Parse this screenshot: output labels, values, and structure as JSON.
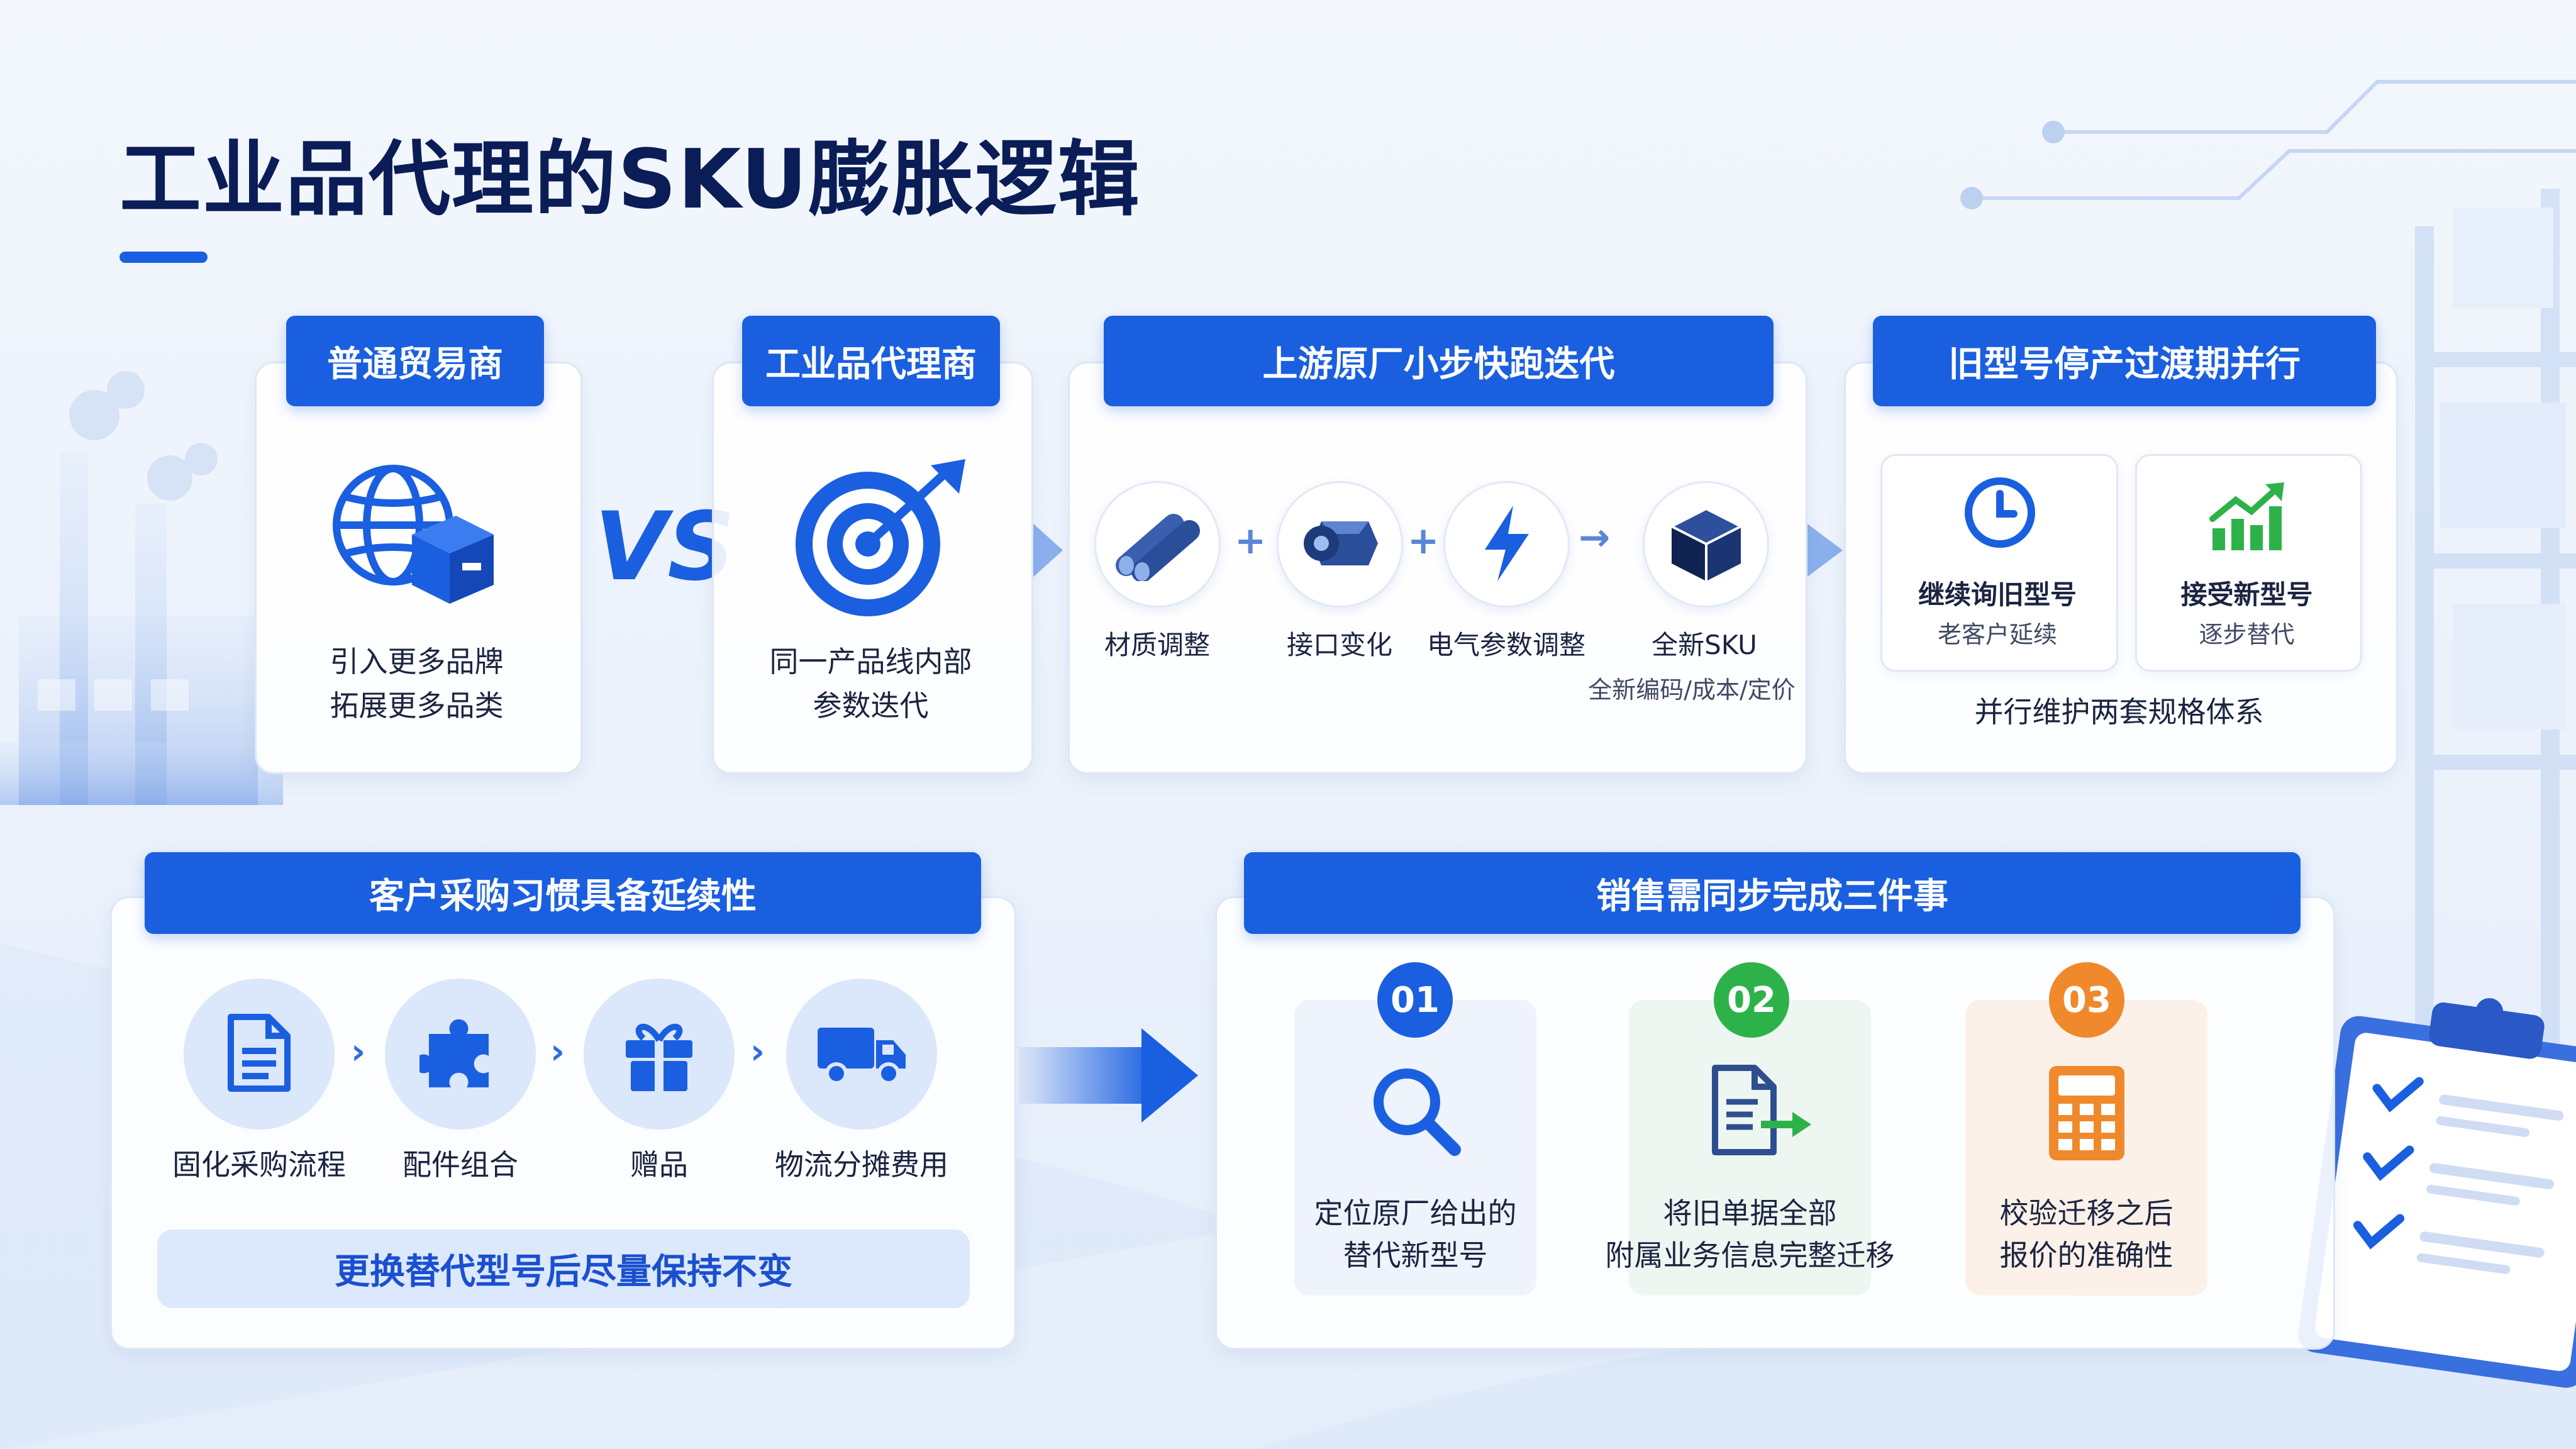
{
  "title": "工业品代理的SKU膨胀逻辑",
  "colors": {
    "primary": "#1a5fe0",
    "navy": "#0b1d57",
    "green": "#2db24a",
    "orange": "#f0892c"
  },
  "vs_label": "VS",
  "panel_trader": {
    "header": "普通贸易商",
    "icon": "globe-box-icon",
    "lines": [
      "引入更多品牌",
      "拓展更多品类"
    ]
  },
  "panel_agent": {
    "header": "工业品代理商",
    "icon": "target-arrow-icon",
    "lines": [
      "同一产品线内部",
      "参数迭代"
    ]
  },
  "panel_iteration": {
    "header": "上游原厂小步快跑迭代",
    "items": [
      {
        "label": "材质调整",
        "icon": "pipes-icon"
      },
      {
        "label": "接口变化",
        "icon": "connector-icon"
      },
      {
        "label": "电气参数调整",
        "icon": "lightning-icon"
      },
      {
        "label": "全新SKU",
        "icon": "cube-icon"
      }
    ],
    "operators": [
      "+",
      "+",
      "→"
    ],
    "new_sku_note": "全新编码/成本/定价"
  },
  "panel_parallel": {
    "header": "旧型号停产过渡期并行",
    "cards": [
      {
        "title": "继续询旧型号",
        "sub": "老客户延续",
        "icon": "clock-icon"
      },
      {
        "title": "接受新型号",
        "sub": "逐步替代",
        "icon": "growth-chart-icon"
      }
    ],
    "footer": "并行维护两套规格体系"
  },
  "panel_habits": {
    "header": "客户采购习惯具备延续性",
    "steps": [
      {
        "label": "固化采购流程",
        "icon": "document-icon"
      },
      {
        "label": "配件组合",
        "icon": "puzzle-icon"
      },
      {
        "label": "赠品",
        "icon": "gift-icon"
      },
      {
        "label": "物流分摊费用",
        "icon": "truck-icon"
      }
    ],
    "note": "更换替代型号后尽量保持不变"
  },
  "panel_sales": {
    "header": "销售需同步完成三件事",
    "tasks": [
      {
        "num": "01",
        "lines": [
          "定位原厂给出的",
          "替代新型号"
        ],
        "icon": "search-icon"
      },
      {
        "num": "02",
        "lines": [
          "将旧单据全部",
          "附属业务信息完整迁移"
        ],
        "icon": "document-transfer-icon"
      },
      {
        "num": "03",
        "lines": [
          "校验迁移之后",
          "报价的准确性"
        ],
        "icon": "calculator-icon"
      }
    ]
  }
}
